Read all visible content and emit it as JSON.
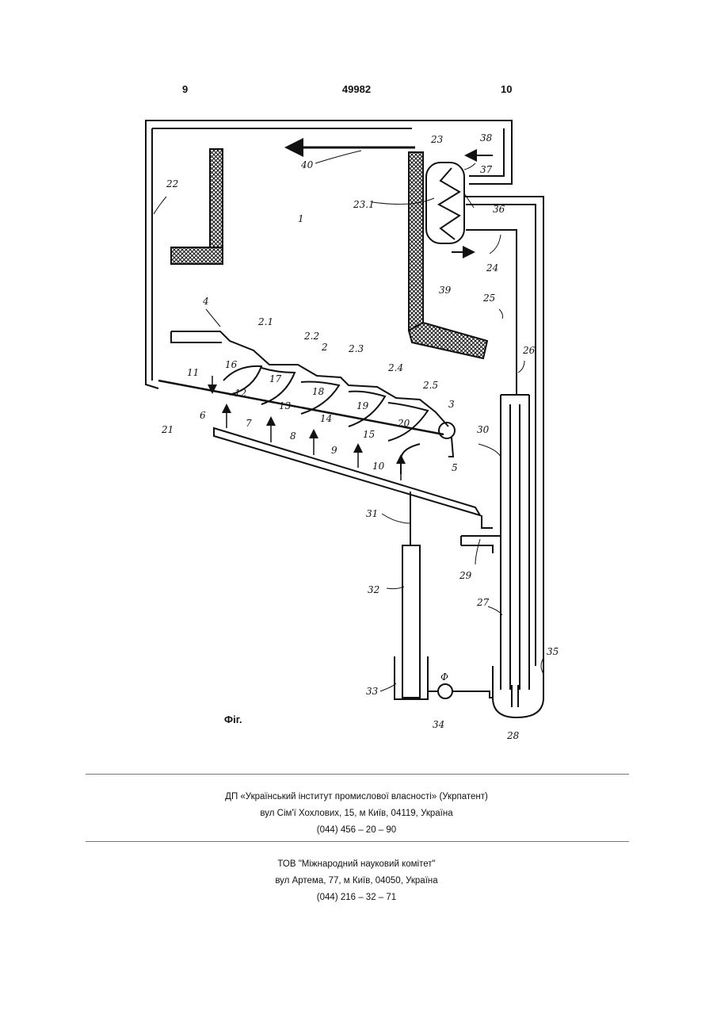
{
  "page_header": {
    "left": "9",
    "center": "49982",
    "right": "10"
  },
  "figure": {
    "caption": "Фіг.",
    "labels": [
      "1",
      "2",
      "2.1",
      "2.2",
      "2.3",
      "2.4",
      "2.5",
      "3",
      "4",
      "5",
      "6",
      "7",
      "8",
      "9",
      "10",
      "11",
      "12",
      "13",
      "14",
      "15",
      "16",
      "17",
      "18",
      "19",
      "20",
      "21",
      "22",
      "23",
      "23.1",
      "24",
      "25",
      "26",
      "27",
      "28",
      "29",
      "30",
      "31",
      "32",
      "33",
      "34",
      "35",
      "36",
      "37",
      "38",
      "39",
      "40",
      "Ф"
    ]
  },
  "footer": {
    "block1": [
      "ДП «Український інститут промислової власності» (Укрпатент)",
      "вул  Сім'ї Хохлових, 15, м  Київ, 04119, Україна",
      "(044) 456 – 20 –  90"
    ],
    "block2": [
      "ТОВ \"Міжнародний науковий комітет\"",
      "вул  Артема, 77, м  Київ, 04050, Україна",
      "(044) 216 – 32 – 71"
    ]
  }
}
